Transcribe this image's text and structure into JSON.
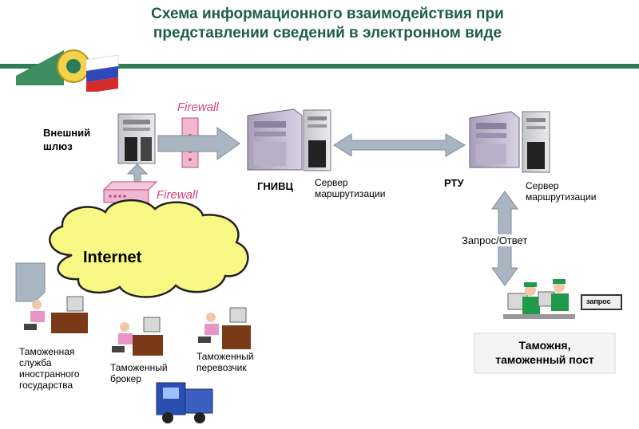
{
  "title": {
    "line1": "Схема информационного взаимодействия при",
    "line2": "представлении сведений в электронном виде"
  },
  "colors": {
    "title": "#1d5e46",
    "band": "#2d7b59",
    "firewall": "#d6407c",
    "cloud": "#f8f884",
    "arrow": "#a9b6c2"
  },
  "nodes": {
    "external_gateway": "Внешний\nшлюз",
    "gnivc": "ГНИВЦ",
    "gnivc_router": "Сервер\nмаршрутизации",
    "rtu": "РТУ",
    "rtu_router": "Сервер\nмаршрутизации",
    "customs_post": "Таможня,\nтаможенный пост"
  },
  "firewalls": {
    "top": "Firewall",
    "bottom": "Firewall"
  },
  "internet": "Internet",
  "request_response": "Запрос/Ответ",
  "request_doc": "запрос",
  "participants": {
    "foreign_customs": "Таможенная\nслужба\nиностранного\nгосударства",
    "broker": "Таможенный\nброкер",
    "carrier": "Таможенный\nперевозчик"
  }
}
